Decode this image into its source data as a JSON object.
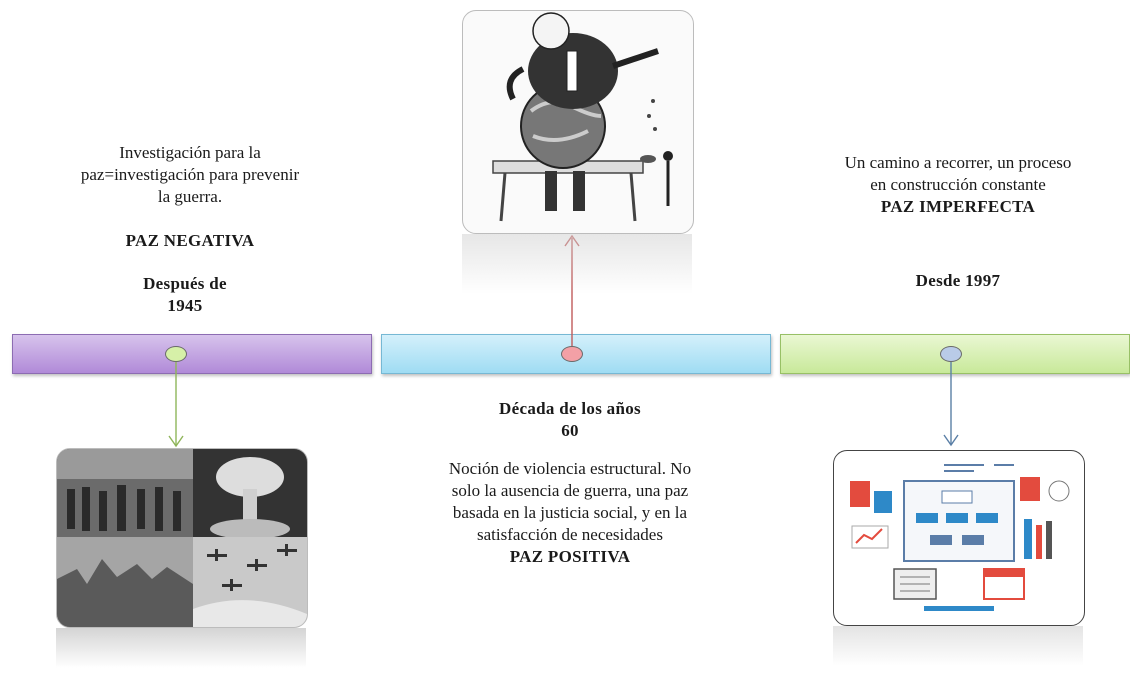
{
  "periods": [
    {
      "id": "negative",
      "date_lines": [
        "Después de",
        "1945"
      ],
      "description_lines": [
        "Investigación para la",
        "paz=investigación para prevenir",
        "la guerra."
      ],
      "concept": "PAZ NEGATIVA",
      "bar_color": "#c4a7e3",
      "node_color": "#d6f0a8",
      "image_subject": "ww2-photo-collage"
    },
    {
      "id": "positive",
      "date_lines": [
        "Década de los años",
        "60"
      ],
      "description_lines": [
        "Noción de violencia estructural. No",
        "solo la ausencia de guerra, una paz",
        "basada en la justicia social, y en la",
        "satisfacción de necesidades"
      ],
      "concept": "PAZ POSITIVA",
      "bar_color": "#b7e6f7",
      "node_color": "#f3a0a6",
      "image_subject": "world-eater-cartoon"
    },
    {
      "id": "imperfect",
      "date_lines": [
        "Desde 1997"
      ],
      "description_lines": [
        "Un camino a recorrer, un proceso",
        "en construcción constante"
      ],
      "concept": "PAZ IMPERFECTA",
      "bar_color": "#d8f0b5",
      "node_color": "#b9cbe8",
      "image_subject": "process-infographic"
    }
  ]
}
